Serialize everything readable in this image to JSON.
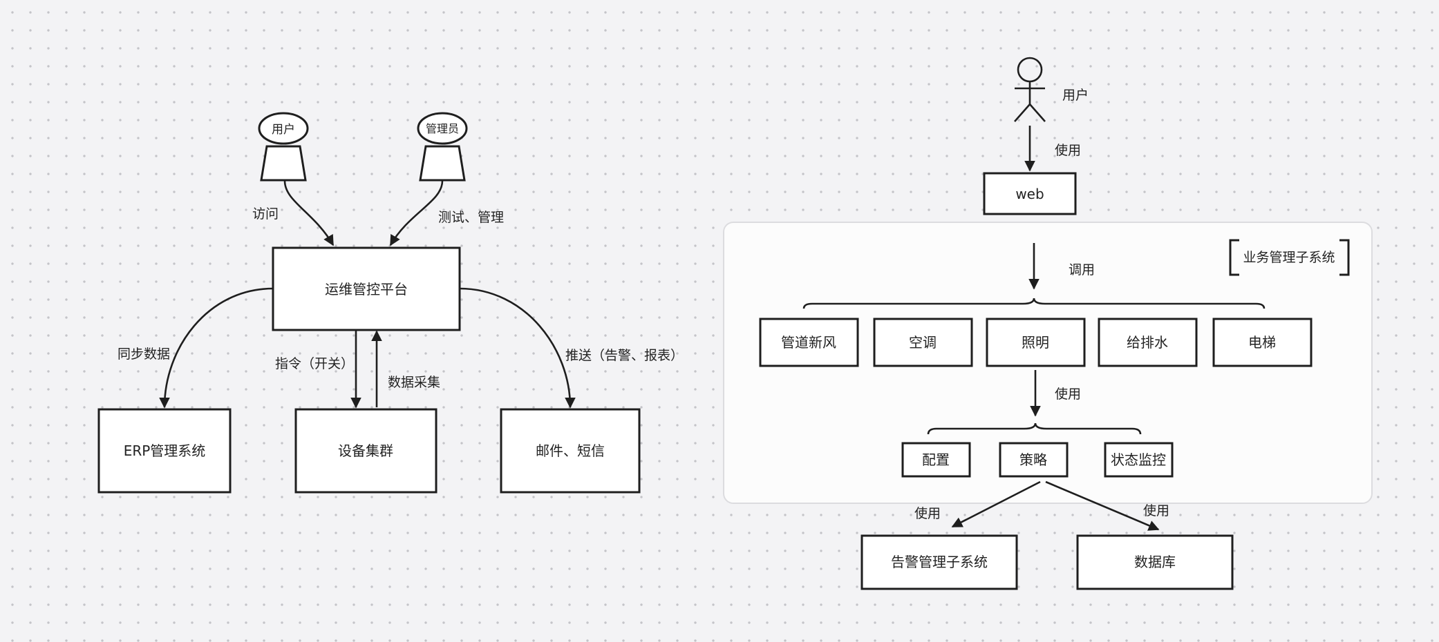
{
  "left": {
    "actors": {
      "user": "用户",
      "admin": "管理员"
    },
    "edge_labels": {
      "visit": "访问",
      "test_manage": "测试、管理",
      "sync": "同步数据",
      "command": "指令（开关）",
      "collect": "数据采集",
      "push": "推送（告警、报表）"
    },
    "boxes": {
      "platform": "运维管控平台",
      "erp": "ERP管理系统",
      "devices": "设备集群",
      "mail": "邮件、短信"
    }
  },
  "right": {
    "actor": "用户",
    "web": "web",
    "subsystem": "业务管理子系统",
    "edge_labels": {
      "use1": "使用",
      "invoke": "调用",
      "use2": "使用",
      "use3": "使用",
      "use4": "使用"
    },
    "modules": [
      "管道新风",
      "空调",
      "照明",
      "给排水",
      "电梯"
    ],
    "functions": [
      "配置",
      "策略",
      "状态监控"
    ],
    "alarm": "告警管理子系统",
    "database": "数据库"
  }
}
